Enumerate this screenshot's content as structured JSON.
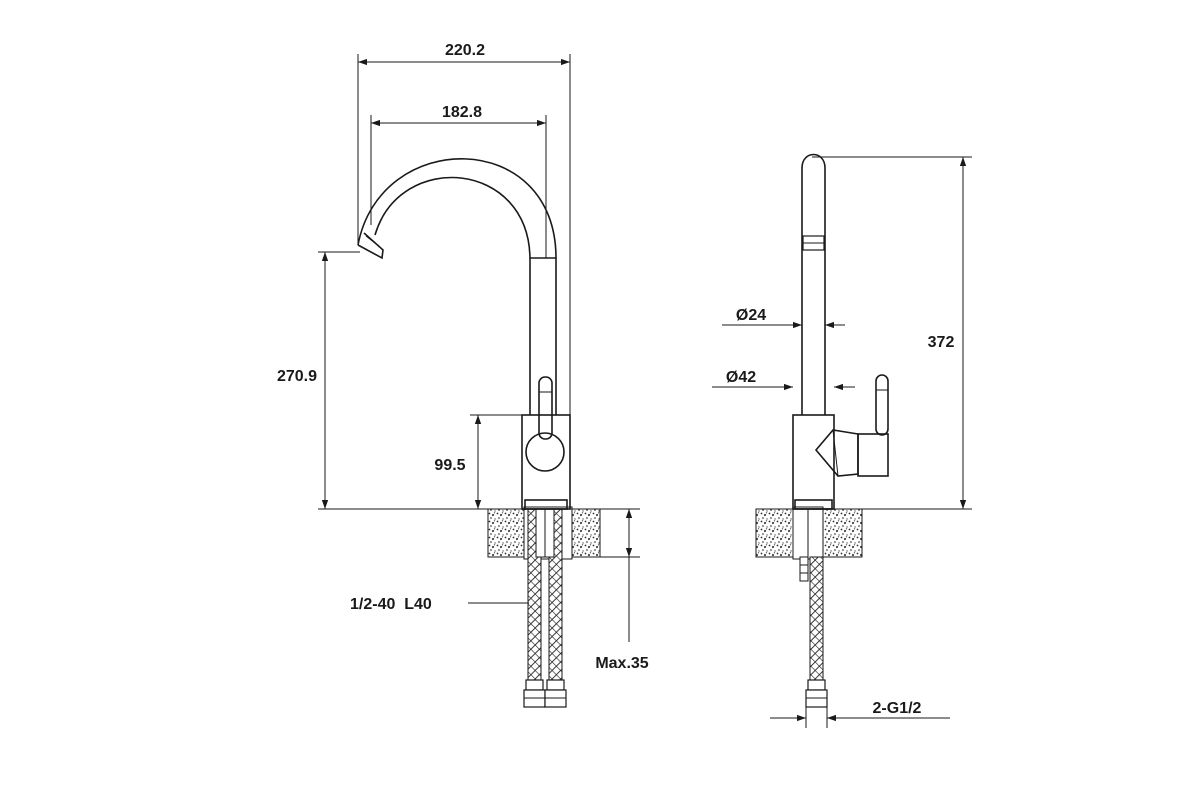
{
  "front_view": {
    "dims": {
      "overall_width": "220.2",
      "spout_reach": "182.8",
      "spout_height": "270.9",
      "handle_height": "99.5"
    },
    "hose_label": "1/2-40  L40",
    "max_thickness": "Max.35"
  },
  "side_view": {
    "dims": {
      "spout_dia": "Ø24",
      "body_dia": "Ø42",
      "total_height": "372"
    },
    "connection_label": "2-G1/2"
  }
}
